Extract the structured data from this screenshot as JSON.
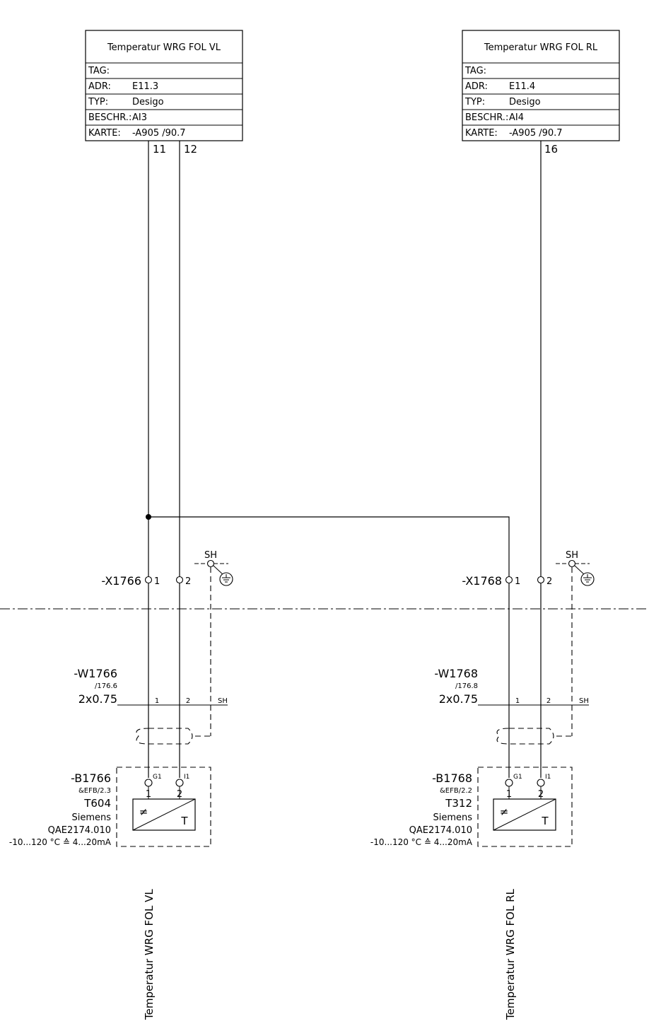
{
  "io_blocks": [
    {
      "title": "Temperatur WRG FOL VL",
      "rows": [
        {
          "label": "TAG:",
          "value": ""
        },
        {
          "label": "ADR:",
          "value": "E11.3"
        },
        {
          "label": "TYP:",
          "value": "Desigo"
        },
        {
          "label": "BESCHR.:",
          "value": "AI3"
        },
        {
          "label": "KARTE:",
          "value": "-A905 /90.7"
        }
      ],
      "pins": [
        "11",
        "12"
      ]
    },
    {
      "title": "Temperatur WRG FOL RL",
      "rows": [
        {
          "label": "TAG:",
          "value": ""
        },
        {
          "label": "ADR:",
          "value": "E11.4"
        },
        {
          "label": "TYP:",
          "value": "Desigo"
        },
        {
          "label": "BESCHR.:",
          "value": "AI4"
        },
        {
          "label": "KARTE:",
          "value": "-A905 /90.7"
        }
      ],
      "pins": [
        "16"
      ]
    }
  ],
  "terminals": [
    {
      "name": "-X1766",
      "t1": "1",
      "t2": "2",
      "shield": "SH"
    },
    {
      "name": "-X1768",
      "t1": "1",
      "t2": "2",
      "shield": "SH"
    }
  ],
  "cables": [
    {
      "name": "-W1766",
      "ref": "/176.6",
      "spec": "2x0.75",
      "c1": "1",
      "c2": "2",
      "sh": "SH"
    },
    {
      "name": "-W1768",
      "ref": "/176.8",
      "spec": "2x0.75",
      "c1": "1",
      "c2": "2",
      "sh": "SH"
    }
  ],
  "sensors": [
    {
      "name": "-B1766",
      "ref": "&EFB/2.3",
      "id": "T604",
      "maker": "Siemens",
      "model": "QAE2174.010",
      "range": "-10...120 °C ≙ 4...20mA",
      "g": "G1",
      "i": "I1",
      "p1": "1",
      "p2": "2",
      "conv_in": "≠",
      "conv_out": "T"
    },
    {
      "name": "-B1768",
      "ref": "&EFB/2.2",
      "id": "T312",
      "maker": "Siemens",
      "model": "QAE2174.010",
      "range": "-10...120 °C ≙ 4...20mA",
      "g": "G1",
      "i": "I1",
      "p1": "1",
      "p2": "2",
      "conv_in": "≠",
      "conv_out": "T"
    }
  ],
  "function_labels": [
    "Temperatur WRG FOL VL",
    "Temperatur WRG FOL RL"
  ]
}
